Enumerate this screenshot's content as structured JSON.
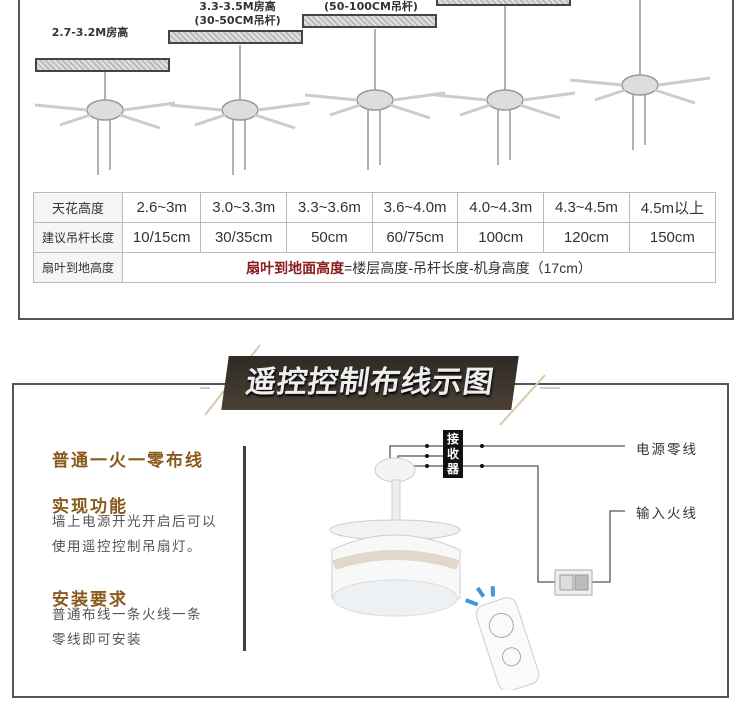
{
  "heights": {
    "h1": "2.7-3.2M房高",
    "h2_line1": "3.3-3.5M房高",
    "h2_line2": "(30-50CM吊杆)",
    "h3_line2": "(50-100CM吊杆)"
  },
  "table": {
    "rows": [
      {
        "header": "天花高度",
        "cells": [
          "2.6~3m",
          "3.0~3.3m",
          "3.3~3.6m",
          "3.6~4.0m",
          "4.0~4.3m",
          "4.3~4.5m",
          "4.5m以上"
        ]
      },
      {
        "header": "建议吊杆长度",
        "cells": [
          "10/15cm",
          "30/35cm",
          "50cm",
          "60/75cm",
          "100cm",
          "120cm",
          "150cm"
        ]
      }
    ],
    "formula_header": "扇叶到地高度",
    "formula_highlight": "扇叶到地面高度",
    "formula_rest": "=楼层高度-吊杆长度-机身高度（17cm）"
  },
  "section": {
    "title": "遥控控制布线示图",
    "wiring_type": "普通一火一零布线",
    "function_title": "实现功能",
    "function_line1": "墙上电源开光开启后可以",
    "function_line2": "使用遥控控制吊扇灯。",
    "install_title": "安装要求",
    "install_line1": "普通布线一条火线一条",
    "install_line2": "零线即可安装"
  },
  "diagram": {
    "receiver": [
      "接",
      "收",
      "器"
    ],
    "neutral_label": "电源零线",
    "live_label": "输入火线"
  },
  "colors": {
    "accent_brown": "#8a5a1c",
    "formula_red": "#8b1a1a"
  }
}
